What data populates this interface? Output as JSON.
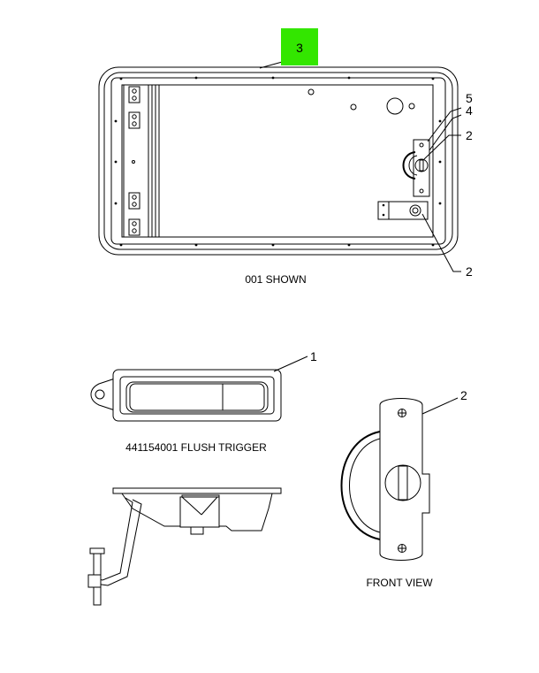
{
  "callouts": {
    "highlight": "3",
    "top_5": "5",
    "top_4": "4",
    "top_2a": "2",
    "top_2b": "2",
    "trigger_1": "1",
    "front_2": "2"
  },
  "captions": {
    "main_view": "001 SHOWN",
    "flush_trigger": "441154001 FLUSH TRIGGER",
    "front_view": "FRONT VIEW"
  },
  "colors": {
    "highlight": "#33e600",
    "line": "#000000",
    "background": "#ffffff"
  }
}
